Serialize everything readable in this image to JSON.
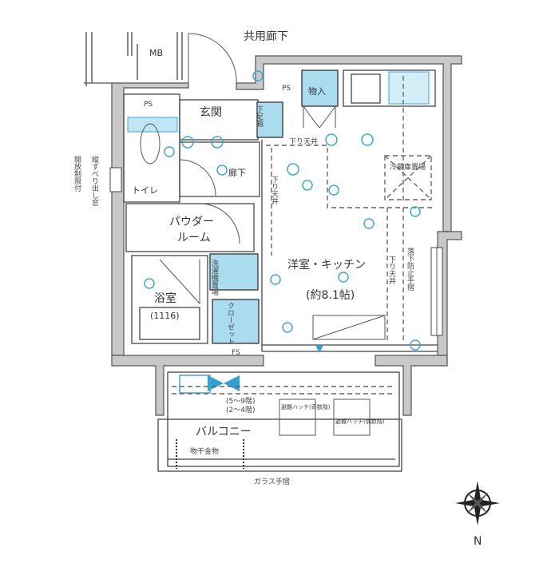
{
  "labels": {
    "common_corridor": "共用廊下",
    "mb": "MB",
    "ps_top": "PS",
    "ps_left": "PS",
    "ps_bottom": "FS",
    "entrance": "玄関",
    "shoe_box": "下足箱",
    "storage": "物入",
    "hall": "廊下",
    "toilet": "トイレ",
    "window_note_1": "縦すべり出し窓",
    "window_note_2": "開放制限付",
    "powder_room_1": "パウダー",
    "powder_room_2": "ルーム",
    "bathroom": "浴室",
    "bath_size": "(1116)",
    "laundry": "洗濯機置場",
    "closet": "クローゼット",
    "lowered_ceiling_top": "下り天井",
    "lowered_ceiling_left": "下り天井",
    "lowered_ceiling_right": "下り天井",
    "fridge": "冷蔵庫置場",
    "main_room": "洋室・キッチン",
    "main_room_size": "(約8.1帖)",
    "fall_prevention": "落下防止手摺",
    "floors_odd": "(5～9階)",
    "floors_even": "(2～4階)",
    "hatch_odd": "避難ハッチ(奇数階)",
    "hatch_even": "避難ハッチ(偶数階)",
    "balcony": "バルコニー",
    "drying_hardware": "物干金物",
    "glass_railing": "ガラス手摺",
    "compass_n": "N"
  },
  "colors": {
    "wall": "#c8c8c8",
    "fixture_blue": "#a9dcef",
    "equipment_blue": "#3aa8d8"
  }
}
